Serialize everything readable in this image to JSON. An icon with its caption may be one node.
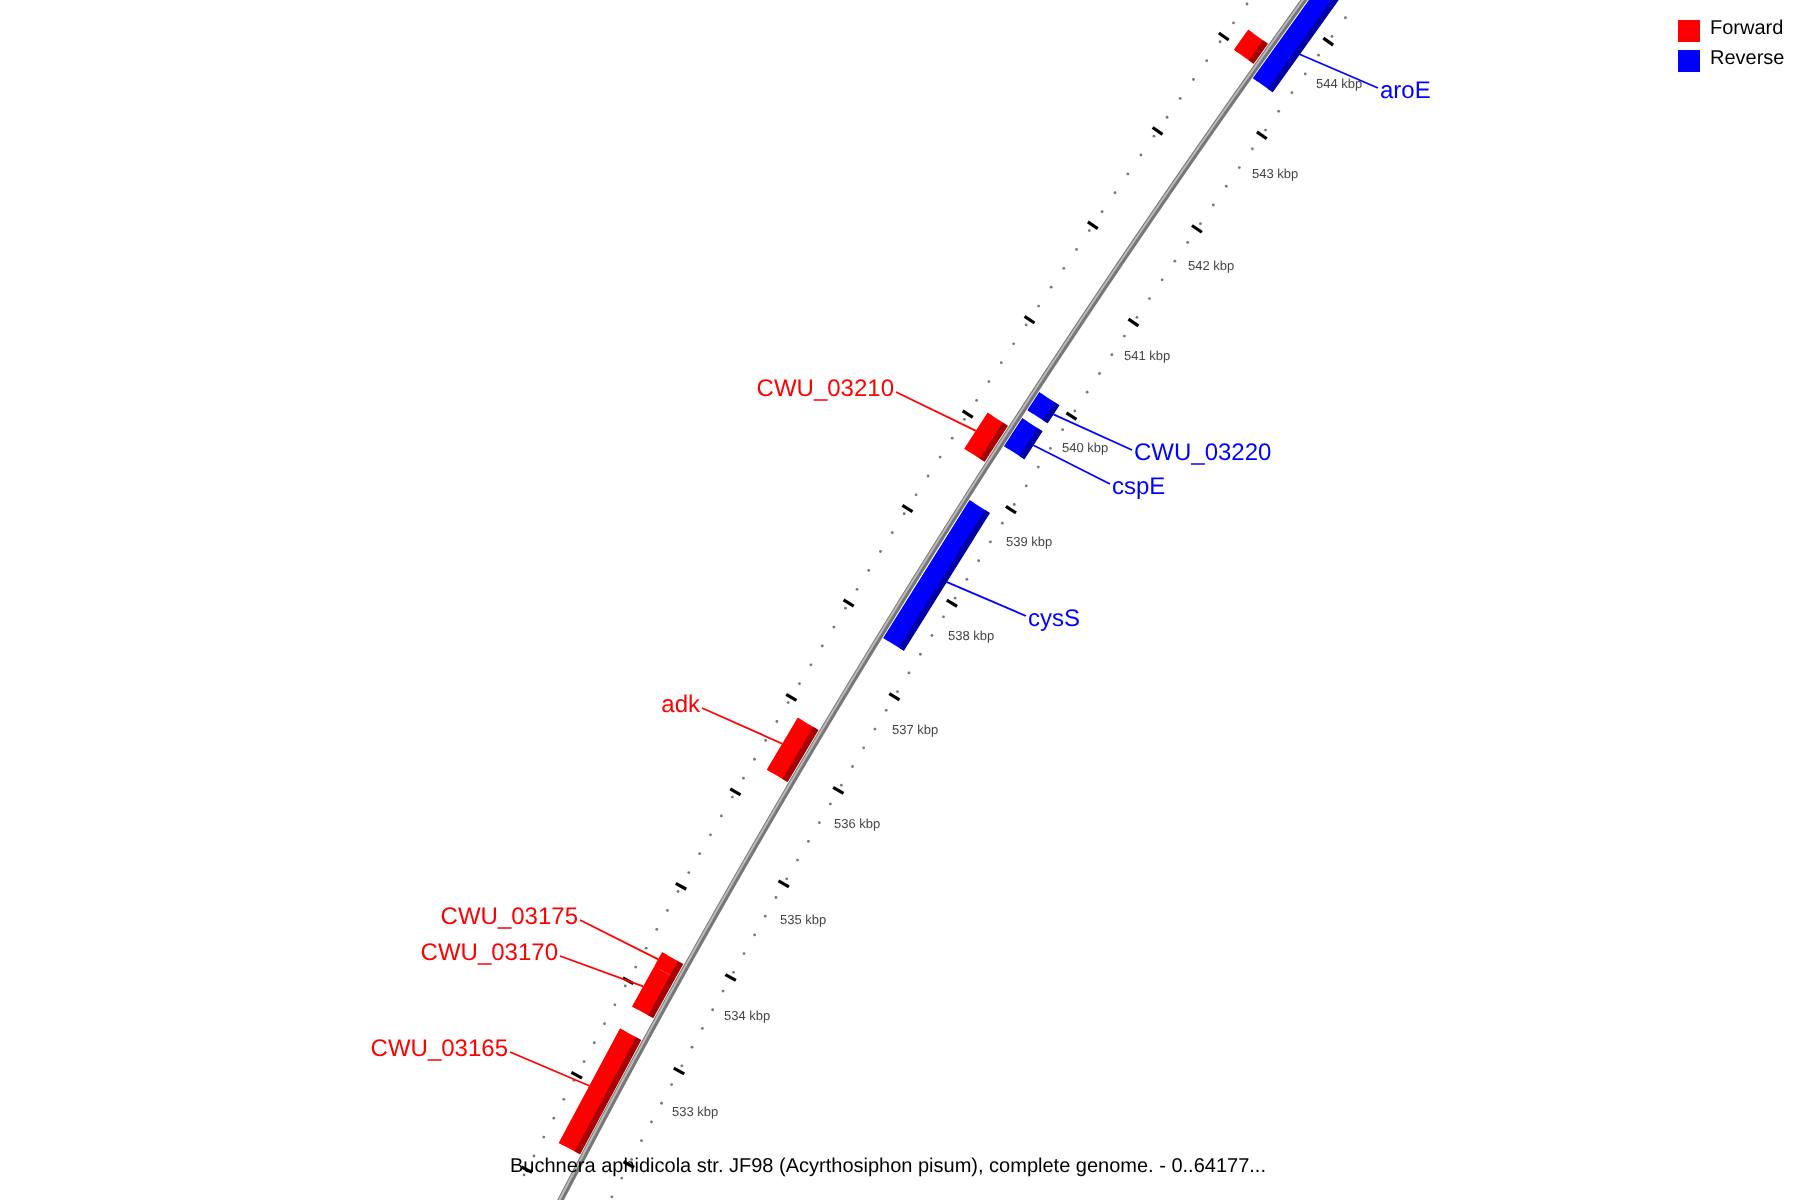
{
  "diagram": {
    "caption": "Buchnera aphidicola str. JF98 (Acyrthosiphon pisum), complete genome. - 0..64177...",
    "nodes": [
      {
        "text": [],
        "shape": "bar"
      },
      {
        "text": [
          "aroE"
        ]
      },
      {
        "text": [],
        "shape": "bar"
      },
      {
        "text": [
          "CWU_03210"
        ]
      },
      {
        "text": [],
        "shape": "bar"
      },
      {
        "text": [
          "CWU_03220"
        ]
      },
      {
        "text": [],
        "shape": "bar"
      },
      {
        "text": [
          "cspE"
        ]
      },
      {
        "text": [],
        "shape": "bar"
      },
      {
        "text": [
          "cysS"
        ]
      },
      {
        "text": [],
        "shape": "bar"
      },
      {
        "text": [
          "adk"
        ]
      },
      {
        "text": [],
        "shape": "bar"
      },
      {
        "text": [
          "CWU_03175"
        ]
      },
      {
        "text": [],
        "shape": "bar"
      },
      {
        "text": [
          "CWU_03170"
        ]
      },
      {
        "text": [],
        "shape": "bar"
      },
      {
        "text": [
          "CWU_03165"
        ]
      },
      {
        "text": [],
        "shape": "bar"
      }
    ],
    "edges": [
      {
        "from": 1,
        "to": 2,
        "arrow": "none",
        "color": "#0000ff"
      },
      {
        "from": 3,
        "to": 4,
        "arrow": "none",
        "color": "#ff0000"
      },
      {
        "from": 5,
        "to": 6,
        "arrow": "none",
        "color": "#0000ff"
      },
      {
        "from": 7,
        "to": 8,
        "arrow": "none",
        "color": "#0000ff"
      },
      {
        "from": 9,
        "to": 10,
        "arrow": "none",
        "color": "#0000ff"
      },
      {
        "from": 11,
        "to": 12,
        "arrow": "none",
        "color": "#ff0000"
      },
      {
        "from": 13,
        "to": 14,
        "arrow": "none",
        "color": "#ff0000"
      },
      {
        "from": 15,
        "to": 16,
        "arrow": "none",
        "color": "#ff0000"
      },
      {
        "from": 17,
        "to": 18,
        "arrow": "none",
        "color": "#ff0000"
      }
    ],
    "labels": [
      "544 kbp",
      "543 kbp",
      "542 kbp",
      "541 kbp",
      "540 kbp",
      "539 kbp",
      "538 kbp",
      "537 kbp",
      "536 kbp",
      "535 kbp",
      "534 kbp",
      "533 kbp"
    ],
    "legend": [
      {
        "text": "Forward",
        "color": "#ff0000"
      },
      {
        "text": "Reverse",
        "color": "#0000ff"
      }
    ]
  }
}
